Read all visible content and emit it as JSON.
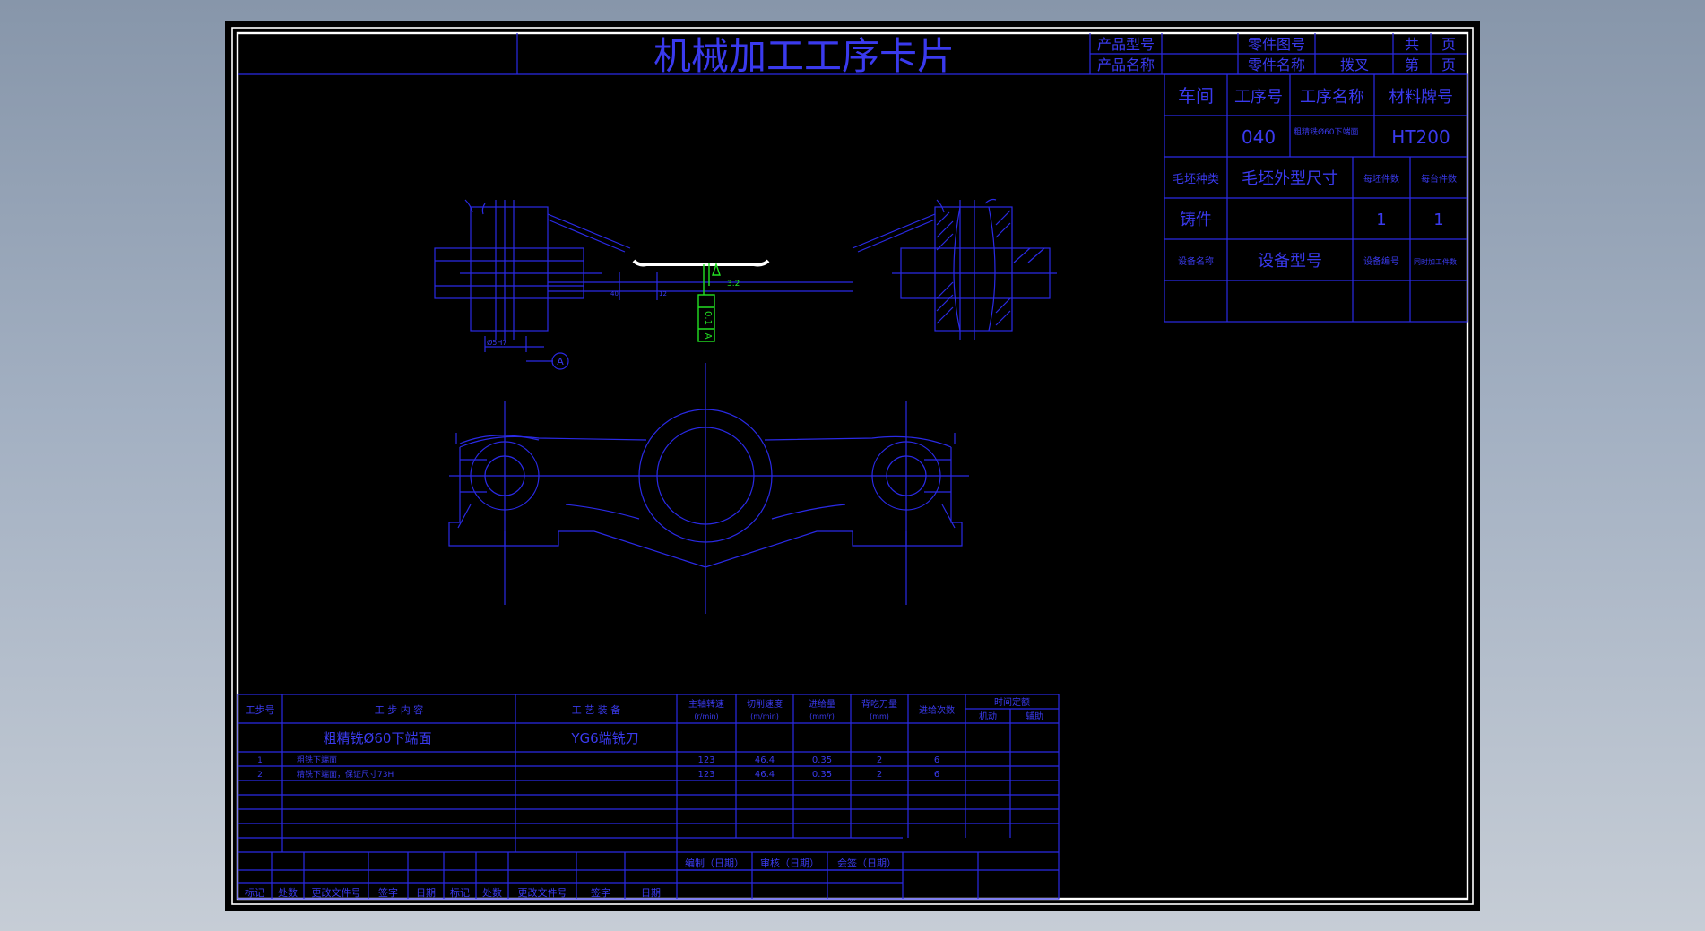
{
  "title": "机械加工工序卡片",
  "header": {
    "product_model_label": "产品型号",
    "product_name_label": "产品名称",
    "part_number_label": "零件图号",
    "part_name_label": "零件名称",
    "part_name_value": "拨叉",
    "total_label": "共",
    "page_unit_1": "页",
    "sheet_label": "第",
    "page_unit_2": "页"
  },
  "info": {
    "workshop_label": "车间",
    "op_no_label": "工序号",
    "op_name_label": "工序名称",
    "material_label": "材料牌号",
    "op_no_value": "040",
    "op_name_value": "粗精铣Ø60下端面",
    "material_value": "HT200",
    "blank_type_label": "毛坯种类",
    "blank_size_label": "毛坯外型尺寸",
    "blank_pieces_label": "每坯件数",
    "per_unit_label": "每台件数",
    "blank_type_value": "铸件",
    "blank_pieces_value": "1",
    "per_unit_value": "1",
    "equip_name_label": "设备名称",
    "equip_model_label": "设备型号",
    "equip_no_label": "设备编号",
    "concurrent_label": "同时加工件数"
  },
  "drawing": {
    "datum_label": "A",
    "dim_left": "Ø5H7",
    "flatness": "0.1",
    "flatness_datum": "A",
    "roughness": "3.2",
    "small_dim_1": "40",
    "small_dim_2": "12"
  },
  "steps_table": {
    "headers": {
      "step_no": "工步号",
      "content": "工 步 内 容",
      "equipment": "工 艺 装 备",
      "spindle": "主轴转速",
      "spindle_unit": "(r/min)",
      "speed": "切削速度",
      "speed_unit": "(m/min)",
      "feed": "进给量",
      "feed_unit": "(mm/r)",
      "depth": "背吃刀量",
      "depth_unit": "(mm)",
      "passes": "进给次数",
      "time": "时间定额",
      "machine": "机动",
      "aux": "辅助"
    },
    "main_content": "粗精铣Ø60下端面",
    "main_tool": "YG6端铣刀",
    "rows": [
      {
        "no": "1",
        "content": "粗铣下端面",
        "spindle": "123",
        "speed": "46.4",
        "feed": "0.35",
        "depth": "2",
        "passes": "6"
      },
      {
        "no": "2",
        "content": "精铣下端面，保证尺寸73H",
        "spindle": "123",
        "speed": "46.4",
        "feed": "0.35",
        "depth": "2",
        "passes": "6"
      }
    ]
  },
  "footer": {
    "compile": "编制（日期）",
    "review": "审核（日期）",
    "countersign": "会签（日期）",
    "mark1": "标记",
    "count1": "处数",
    "doc1": "更改文件号",
    "sign1": "签字",
    "date1": "日期",
    "mark2": "标记",
    "count2": "处数",
    "doc2": "更改文件号",
    "sign2": "签字",
    "date2": "日期"
  },
  "colors": {
    "line": "#2a2ae6",
    "annotation": "#22e022",
    "background": "#000000"
  }
}
